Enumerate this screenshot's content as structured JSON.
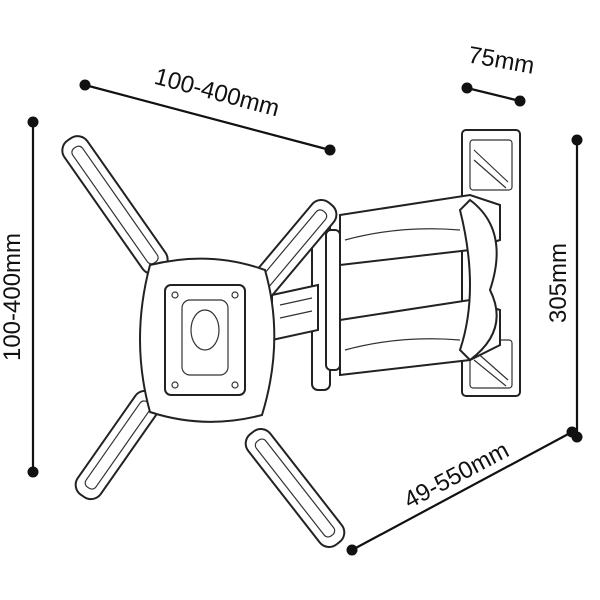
{
  "dimensions": {
    "vesa_horizontal": "100-400mm",
    "wall_depth": "75mm",
    "vesa_vertical": "100-400mm",
    "wall_plate_height": "305mm",
    "extension": "49-550mm"
  },
  "colors": {
    "line": "#111111",
    "background": "#ffffff"
  }
}
